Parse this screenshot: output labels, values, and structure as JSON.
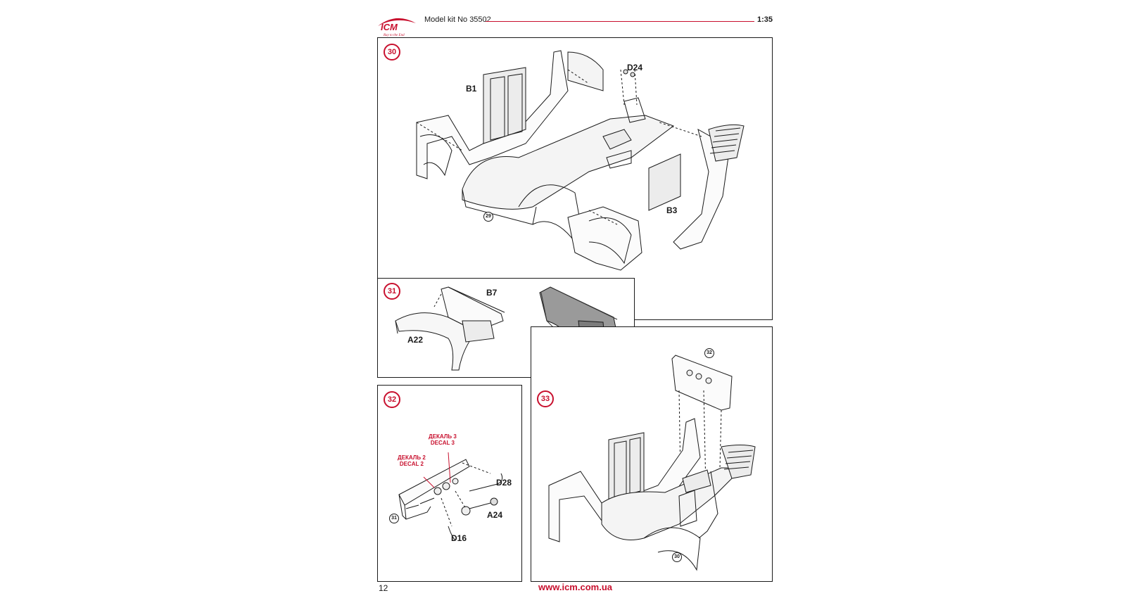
{
  "header": {
    "brand": "ICM",
    "tagline": "Ray to the End",
    "kit_title": "Model kit No 35502",
    "scale": "1:35"
  },
  "steps": {
    "s30": {
      "number": "30",
      "labels": {
        "b1": "B1",
        "d24": "D24",
        "b3": "B3"
      },
      "ref": "29"
    },
    "s31": {
      "number": "31",
      "labels": {
        "b7": "B7",
        "a22": "A22"
      }
    },
    "s32": {
      "number": "32",
      "labels": {
        "d28": "D28",
        "a24": "A24",
        "d16": "D16"
      },
      "decals": {
        "decal2_ru": "ДЕКАЛЬ 2",
        "decal2_en": "DECAL 2",
        "decal3_ru": "ДЕКАЛЬ 3",
        "decal3_en": "DECAL 3"
      },
      "ref": "31"
    },
    "s33": {
      "number": "33",
      "ref_top": "32",
      "ref_bottom": "30"
    }
  },
  "footer": {
    "page_number": "12",
    "website": "www.icm.com.ua"
  },
  "colors": {
    "accent": "#c8102e",
    "line": "#1a1a1a",
    "panel_shade": "#9a9a9a"
  }
}
